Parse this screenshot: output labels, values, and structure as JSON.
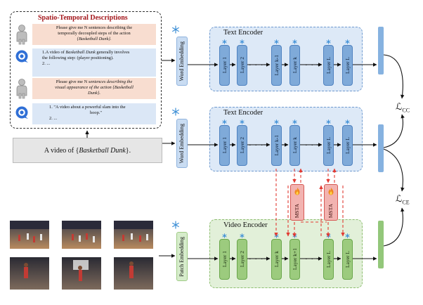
{
  "descriptions_panel": {
    "title": "Spatio-Temporal Descriptions",
    "q1_a": "Please give me N sentences describing the",
    "q1_b": "temporally decoupled steps of the action",
    "q1_c": "{Basketball Dunk}.",
    "a1_a": "1.A video of ",
    "a1_em": "Basketball Dunk",
    "a1_b": " generally involves",
    "a1_c": "the following step: (player positioning).",
    "a1_d": "2. ...",
    "q2_a": "Please give me N ",
    "q2_em": "sentences describing the",
    "q2_b": "visual appearance of the action {Basketball",
    "q2_c": "Dunk}.",
    "a2_a": "1. \"A video about a powerful slam into the",
    "a2_b": "hoop.\"",
    "a2_c": "2. ..."
  },
  "prompt_box": {
    "prefix": "A video of {",
    "action": "Basketball Dunk",
    "suffix": "}."
  },
  "word_embedding_label": "Word Embedding",
  "patch_embedding_label": "Patch Embedding",
  "text_encoder_title": "Text Encoder",
  "video_encoder_title": "Video Encoder",
  "text_layers_top": [
    "Layer 1",
    "Layer 2",
    "Layer k-1",
    "Layer k",
    "Layer L",
    "Layer L"
  ],
  "text_layers_mid": [
    "Layer 1",
    "Layer 2",
    "Layer k-1",
    "Layer k",
    "Layer L",
    "Layer L"
  ],
  "video_layers": [
    "Layer 1",
    "Layer 2",
    "Layer k",
    "Layer k+1",
    "Layer L",
    "Layer L"
  ],
  "module_label": "MSTA",
  "ellipsis": "· · ·",
  "loss_cc": {
    "main": "ℒ",
    "sub": "CC"
  },
  "loss_ce": {
    "main": "ℒ",
    "sub": "CE"
  },
  "icon_names": [
    "snowflake-icon",
    "fire-icon",
    "user-icon",
    "chatbot-icon"
  ],
  "colors": {
    "text_encoder_bg": "#dde9f7",
    "text_layer": "#7faad9",
    "video_encoder_bg": "#e2f0d9",
    "video_layer": "#9ccb7e",
    "msta": "#f2b3b0",
    "dashed_red": "#e23b33",
    "title_red": "#a3161b"
  }
}
